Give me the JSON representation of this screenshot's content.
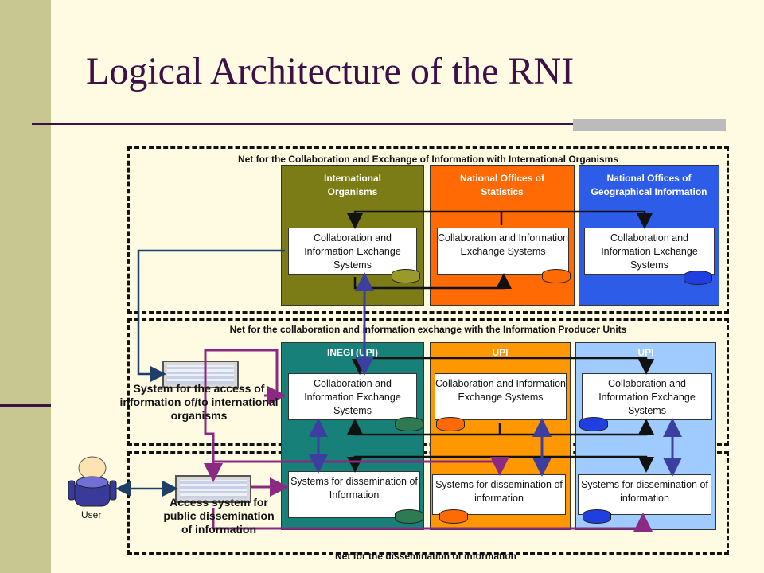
{
  "title": "Logical Architecture of the RNI",
  "zones": {
    "international": "Net for the Collaboration and Exchange of Information with International Organisms",
    "producers": "Net for the collaboration and information exchange with the Information Producer Units",
    "dissemination": "Net for the dissemination of information"
  },
  "columns": [
    {
      "title": "International Organisms",
      "color": "#7b7c16"
    },
    {
      "title": "National Offices of Statistics",
      "color": "#ff6a05"
    },
    {
      "title": "National Offices of Geographical Information",
      "color": "#2d5ce8"
    }
  ],
  "collab_systems": [
    "Collaboration and Information Exchange Systems",
    "Collaboration and Information Exchange Systems",
    "Collaboration and Information Exchange Systems"
  ],
  "upi_columns": [
    {
      "title": "INEGI (UPI)",
      "color": "#178079"
    },
    {
      "title": "UPI",
      "color": "#ff9800"
    },
    {
      "title": "UPI",
      "color": "#9fcbff"
    }
  ],
  "upi_collab": [
    "Collaboration and Information Exchange Systems",
    "Collaboration and Information Exchange Systems",
    "Collaboration and Information Exchange Systems"
  ],
  "dissemination_systems": [
    "Systems for dissemination of Information",
    "Systems for dissemination of information",
    "Systems for dissemination of information"
  ],
  "access_international": "System for the access of information of/to international organisms",
  "access_public": "Access system for public dissemination of information",
  "user_label": "User",
  "db_colors": {
    "olive": "#9a9a2a",
    "orange": "#ff6a05",
    "blue": "#1f3fe0",
    "teal": "#2e7a52"
  }
}
